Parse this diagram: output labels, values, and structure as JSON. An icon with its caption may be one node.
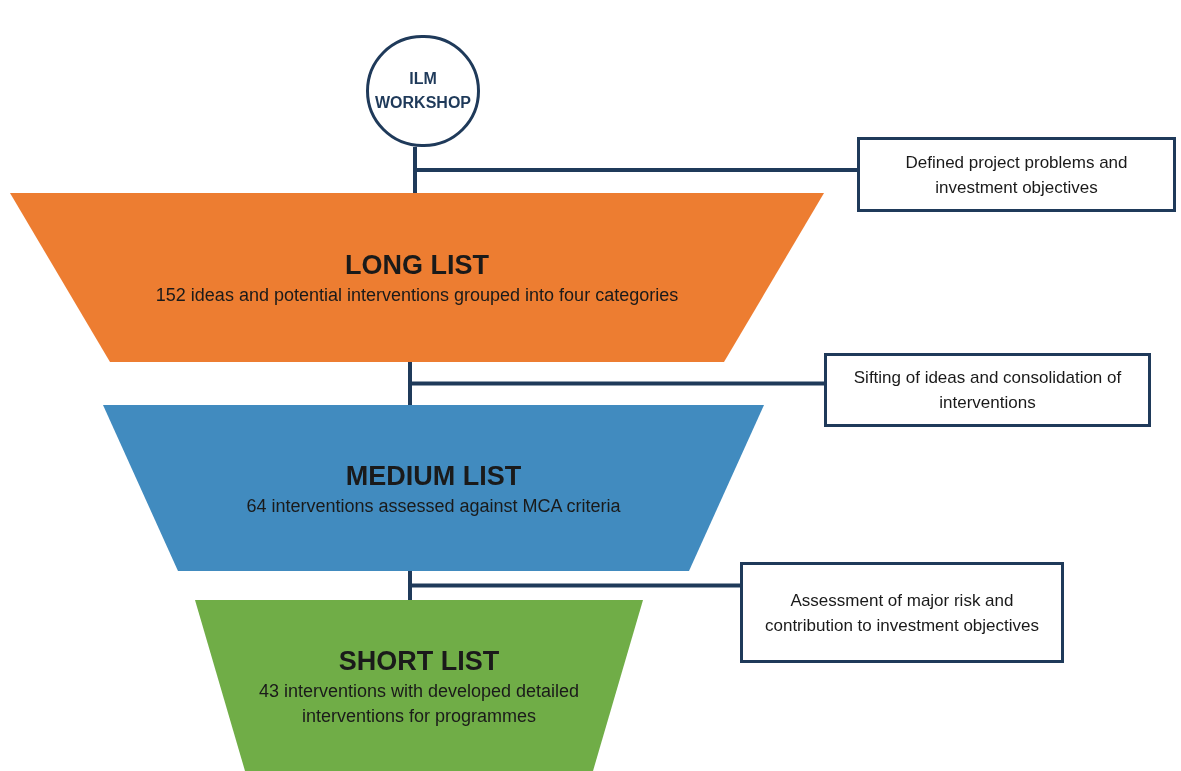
{
  "diagram": {
    "nodes": [
      {
        "text": [
          "ILM WORKSHOP"
        ]
      },
      {
        "text": [
          "Defined project problems and investment objectives"
        ]
      },
      {
        "text": [
          "LONG LIST",
          "152 ideas and potential interventions grouped into four categories"
        ]
      },
      {
        "text": [
          "Sifting of ideas and consolidation of interventions"
        ]
      },
      {
        "text": [
          "MEDIUM LIST",
          "64 interventions assessed against MCA criteria"
        ]
      },
      {
        "text": [
          "Assessment of major risk and contribution to investment objectives"
        ]
      },
      {
        "text": [
          "SHORT LIST",
          "43 interventions with developed detailed interventions for programmes"
        ]
      }
    ],
    "edges": [
      {
        "from": 0,
        "to": 2,
        "arrow": "none"
      },
      {
        "from": 0,
        "to": 1,
        "arrow": "none"
      },
      {
        "from": 2,
        "to": 4,
        "arrow": "none"
      },
      {
        "from": 2,
        "to": 3,
        "arrow": "none"
      },
      {
        "from": 4,
        "to": 6,
        "arrow": "none"
      },
      {
        "from": 4,
        "to": 5,
        "arrow": "none"
      }
    ]
  }
}
